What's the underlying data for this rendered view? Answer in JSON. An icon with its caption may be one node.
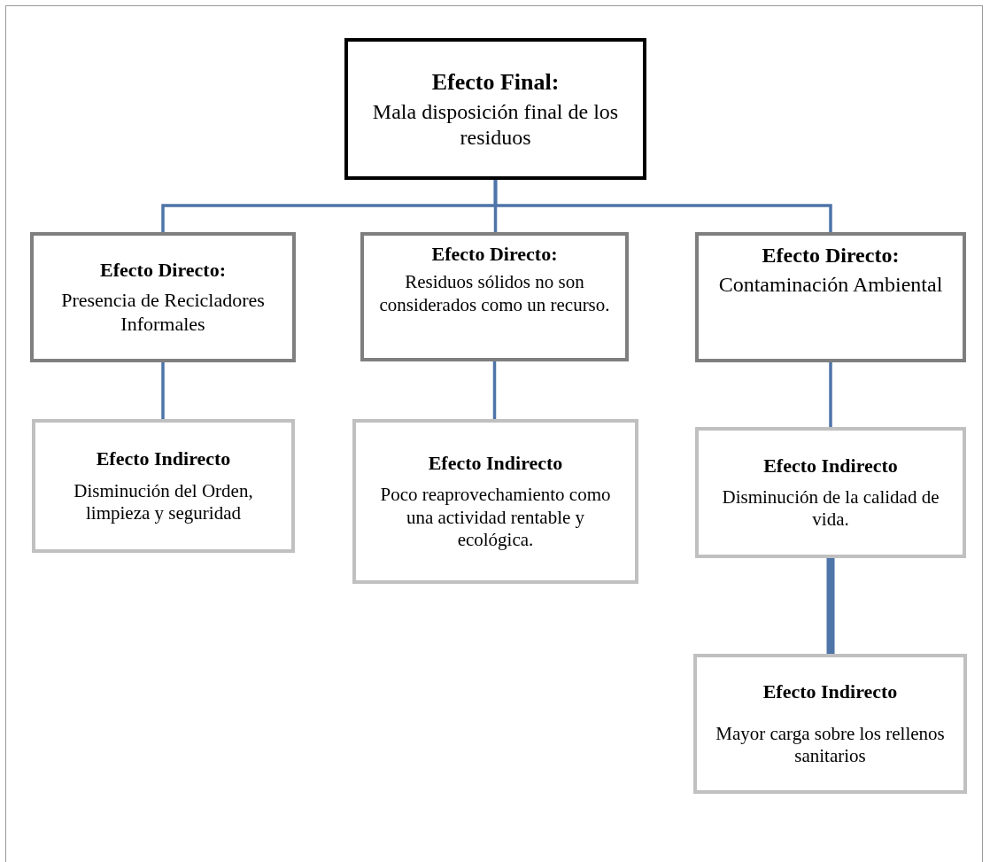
{
  "diagram": {
    "nodes": [
      {
        "text": [
          "Efecto Final:",
          "Mala disposición final de los residuos"
        ]
      },
      {
        "text": [
          "Efecto Directo:",
          "Presencia de Recicladores Informales"
        ]
      },
      {
        "text": [
          "Efecto Directo:",
          "Residuos sólidos no son considerados como un recurso."
        ]
      },
      {
        "text": [
          "Efecto Directo:",
          "Contaminación Ambiental"
        ]
      },
      {
        "text": [
          "Efecto Indirecto",
          "Disminución del Orden, limpieza y seguridad"
        ]
      },
      {
        "text": [
          "Efecto Indirecto",
          "Poco reaprovechamiento como una actividad rentable y ecológica."
        ]
      },
      {
        "text": [
          "Efecto Indirecto",
          "Disminución de la calidad de vida."
        ]
      },
      {
        "text": [
          "Efecto Indirecto",
          "Mayor carga sobre los rellenos sanitarios"
        ]
      }
    ],
    "edges": [
      {
        "from": 0,
        "to": 1,
        "arrow": "none"
      },
      {
        "from": 0,
        "to": 2,
        "arrow": "none"
      },
      {
        "from": 0,
        "to": 3,
        "arrow": "none"
      },
      {
        "from": 1,
        "to": 4,
        "arrow": "none"
      },
      {
        "from": 2,
        "to": 5,
        "arrow": "none"
      },
      {
        "from": 3,
        "to": 6,
        "arrow": "none"
      },
      {
        "from": 6,
        "to": 7,
        "arrow": "none",
        "style": "thick"
      }
    ]
  }
}
